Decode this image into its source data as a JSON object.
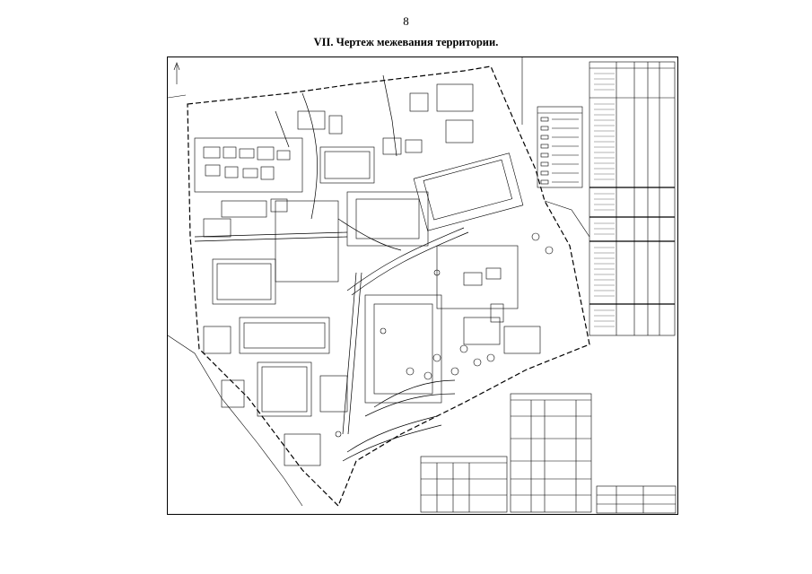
{
  "page": {
    "number": "8",
    "title": "VII. Чертеж межевания территории."
  },
  "drawing": {
    "kind": "land-survey-plan",
    "line_color": "#000000",
    "background": "#ffffff"
  }
}
